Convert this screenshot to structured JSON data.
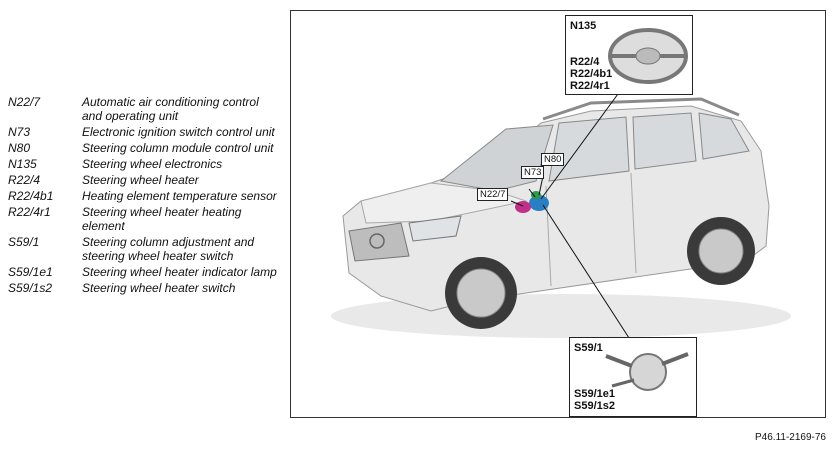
{
  "legend": [
    {
      "code": "N22/7",
      "desc": "Automatic air conditioning control and operating unit"
    },
    {
      "code": "N73",
      "desc": "Electronic ignition switch control unit"
    },
    {
      "code": "N80",
      "desc": "Steering column module control unit"
    },
    {
      "code": "N135",
      "desc": "Steering wheel electronics"
    },
    {
      "code": "R22/4",
      "desc": "Steering wheel heater"
    },
    {
      "code": "R22/4b1",
      "desc": "Heating element temperature sensor"
    },
    {
      "code": "R22/4r1",
      "desc": "Steering wheel heater heating element"
    },
    {
      "code": "S59/1",
      "desc": "Steering column adjustment and steering wheel heater switch"
    },
    {
      "code": "S59/1e1",
      "desc": "Steering wheel heater indicator lamp"
    },
    {
      "code": "S59/1s2",
      "desc": "Steering wheel heater switch"
    }
  ],
  "callouts": {
    "wheel_title": "N135",
    "wheel_labels": [
      "R22/4",
      "R22/4b1",
      "R22/4r1"
    ],
    "switch_title": "S59/1",
    "switch_labels": [
      "S59/1e1",
      "S59/1s2"
    ],
    "tags": {
      "n80": "N80",
      "n73": "N73",
      "n22": "N22/7"
    }
  },
  "reference": "P46.11-2169-76",
  "colors": {
    "car_body": "#e6e6e6",
    "glass": "#cfd3d6",
    "highlight_blue": "#2a7fc4",
    "highlight_magenta": "#c0308a",
    "highlight_green": "#2e9a4a"
  }
}
